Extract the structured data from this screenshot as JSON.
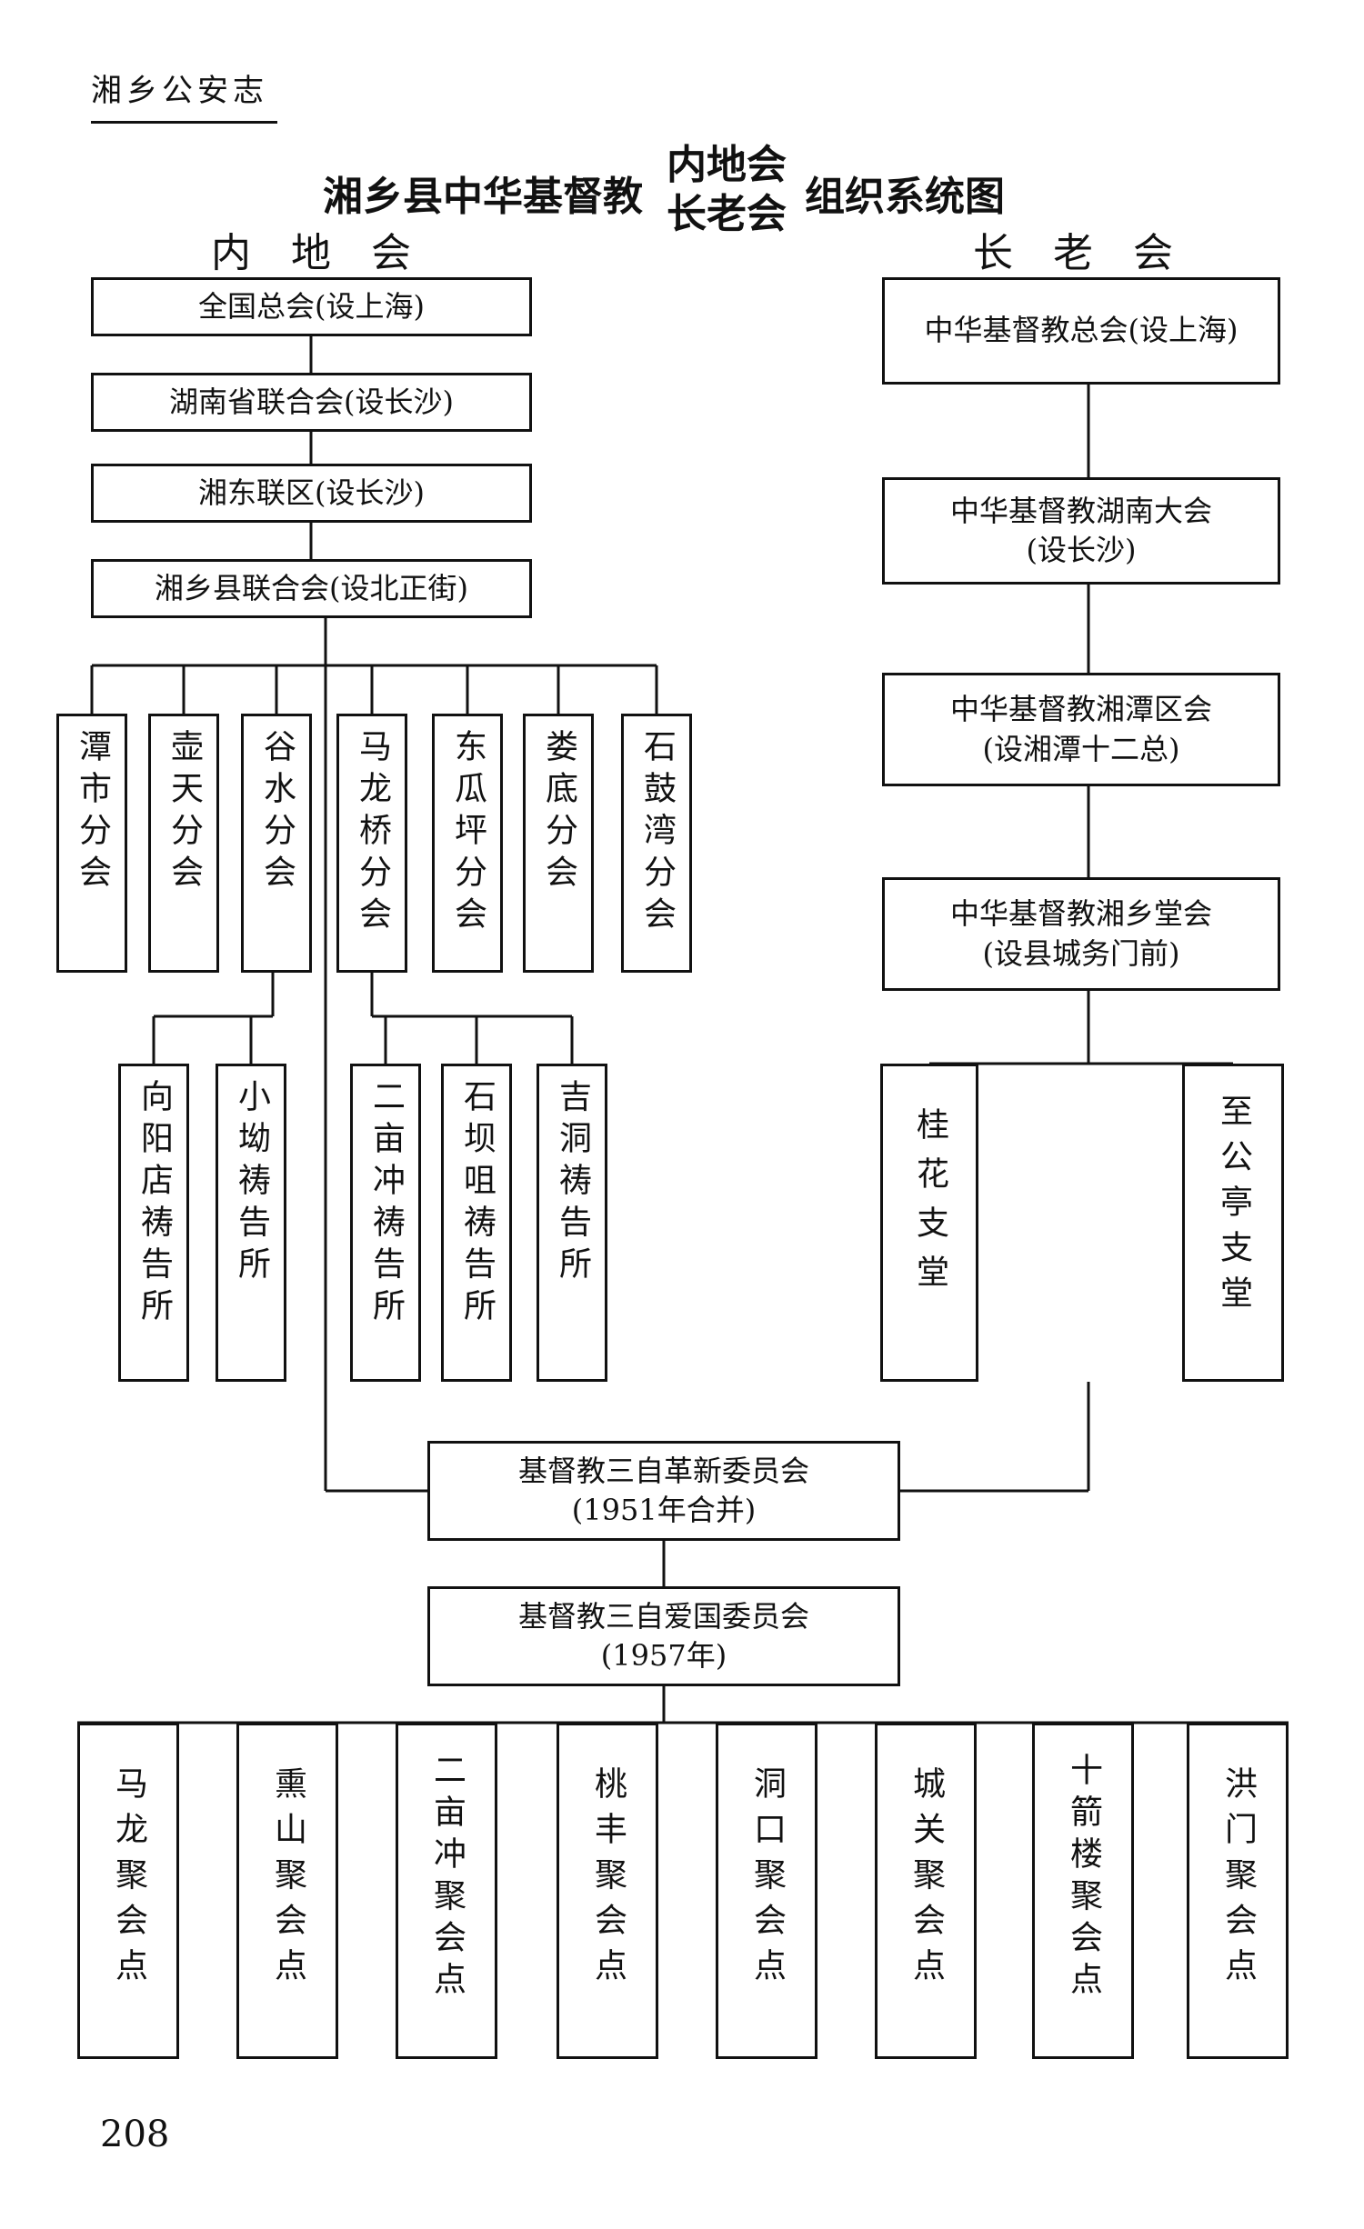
{
  "header": "湘乡公安志",
  "title": {
    "prefix": "湘乡县中华基督教",
    "org_a": "内地会",
    "org_b": "长老会",
    "suffix": "组织系统图"
  },
  "inland": {
    "label": "内地会",
    "national": "全国总会(设上海)",
    "provincial": "湖南省联合会(设长沙)",
    "district": "湘东联区(设长沙)",
    "county": "湘乡县联合会(设北正街)",
    "branches": [
      "潭市分会",
      "壶天分会",
      "谷水分会",
      "马龙桥分会",
      "东瓜坪分会",
      "娄底分会",
      "石鼓湾分会"
    ],
    "gushui_prayer_halls": [
      "向阳店祷告所",
      "小坳祷告所"
    ],
    "malongqiao_prayer_halls": [
      "二亩冲祷告所",
      "石坝咀祷告所",
      "吉洞祷告所"
    ]
  },
  "presbyterian": {
    "label": "长老会",
    "general": "中华基督教总会(设上海)",
    "hunan": {
      "name": "中华基督教湖南大会",
      "location": "(设长沙)"
    },
    "xiangtan": {
      "name": "中华基督教湘潭区会",
      "location": "(设湘潭十二总)"
    },
    "xiangxiang": {
      "name": "中华基督教湘乡堂会",
      "location": "(设县城务门前)"
    },
    "sub_halls": [
      "桂花支堂",
      "至公亭支堂"
    ]
  },
  "merged": {
    "reform": {
      "name": "基督教三自革新委员会",
      "year": "(1951年合并)"
    },
    "patriotic": {
      "name": "基督教三自爱国委员会",
      "year": "(1957年)"
    }
  },
  "gathering_points": [
    "马龙聚会点",
    "熏山聚会点",
    "二亩冲聚会点",
    "桃丰聚会点",
    "洞口聚会点",
    "城关聚会点",
    "十箭楼聚会点",
    "洪门聚会点"
  ],
  "page_number": "208"
}
